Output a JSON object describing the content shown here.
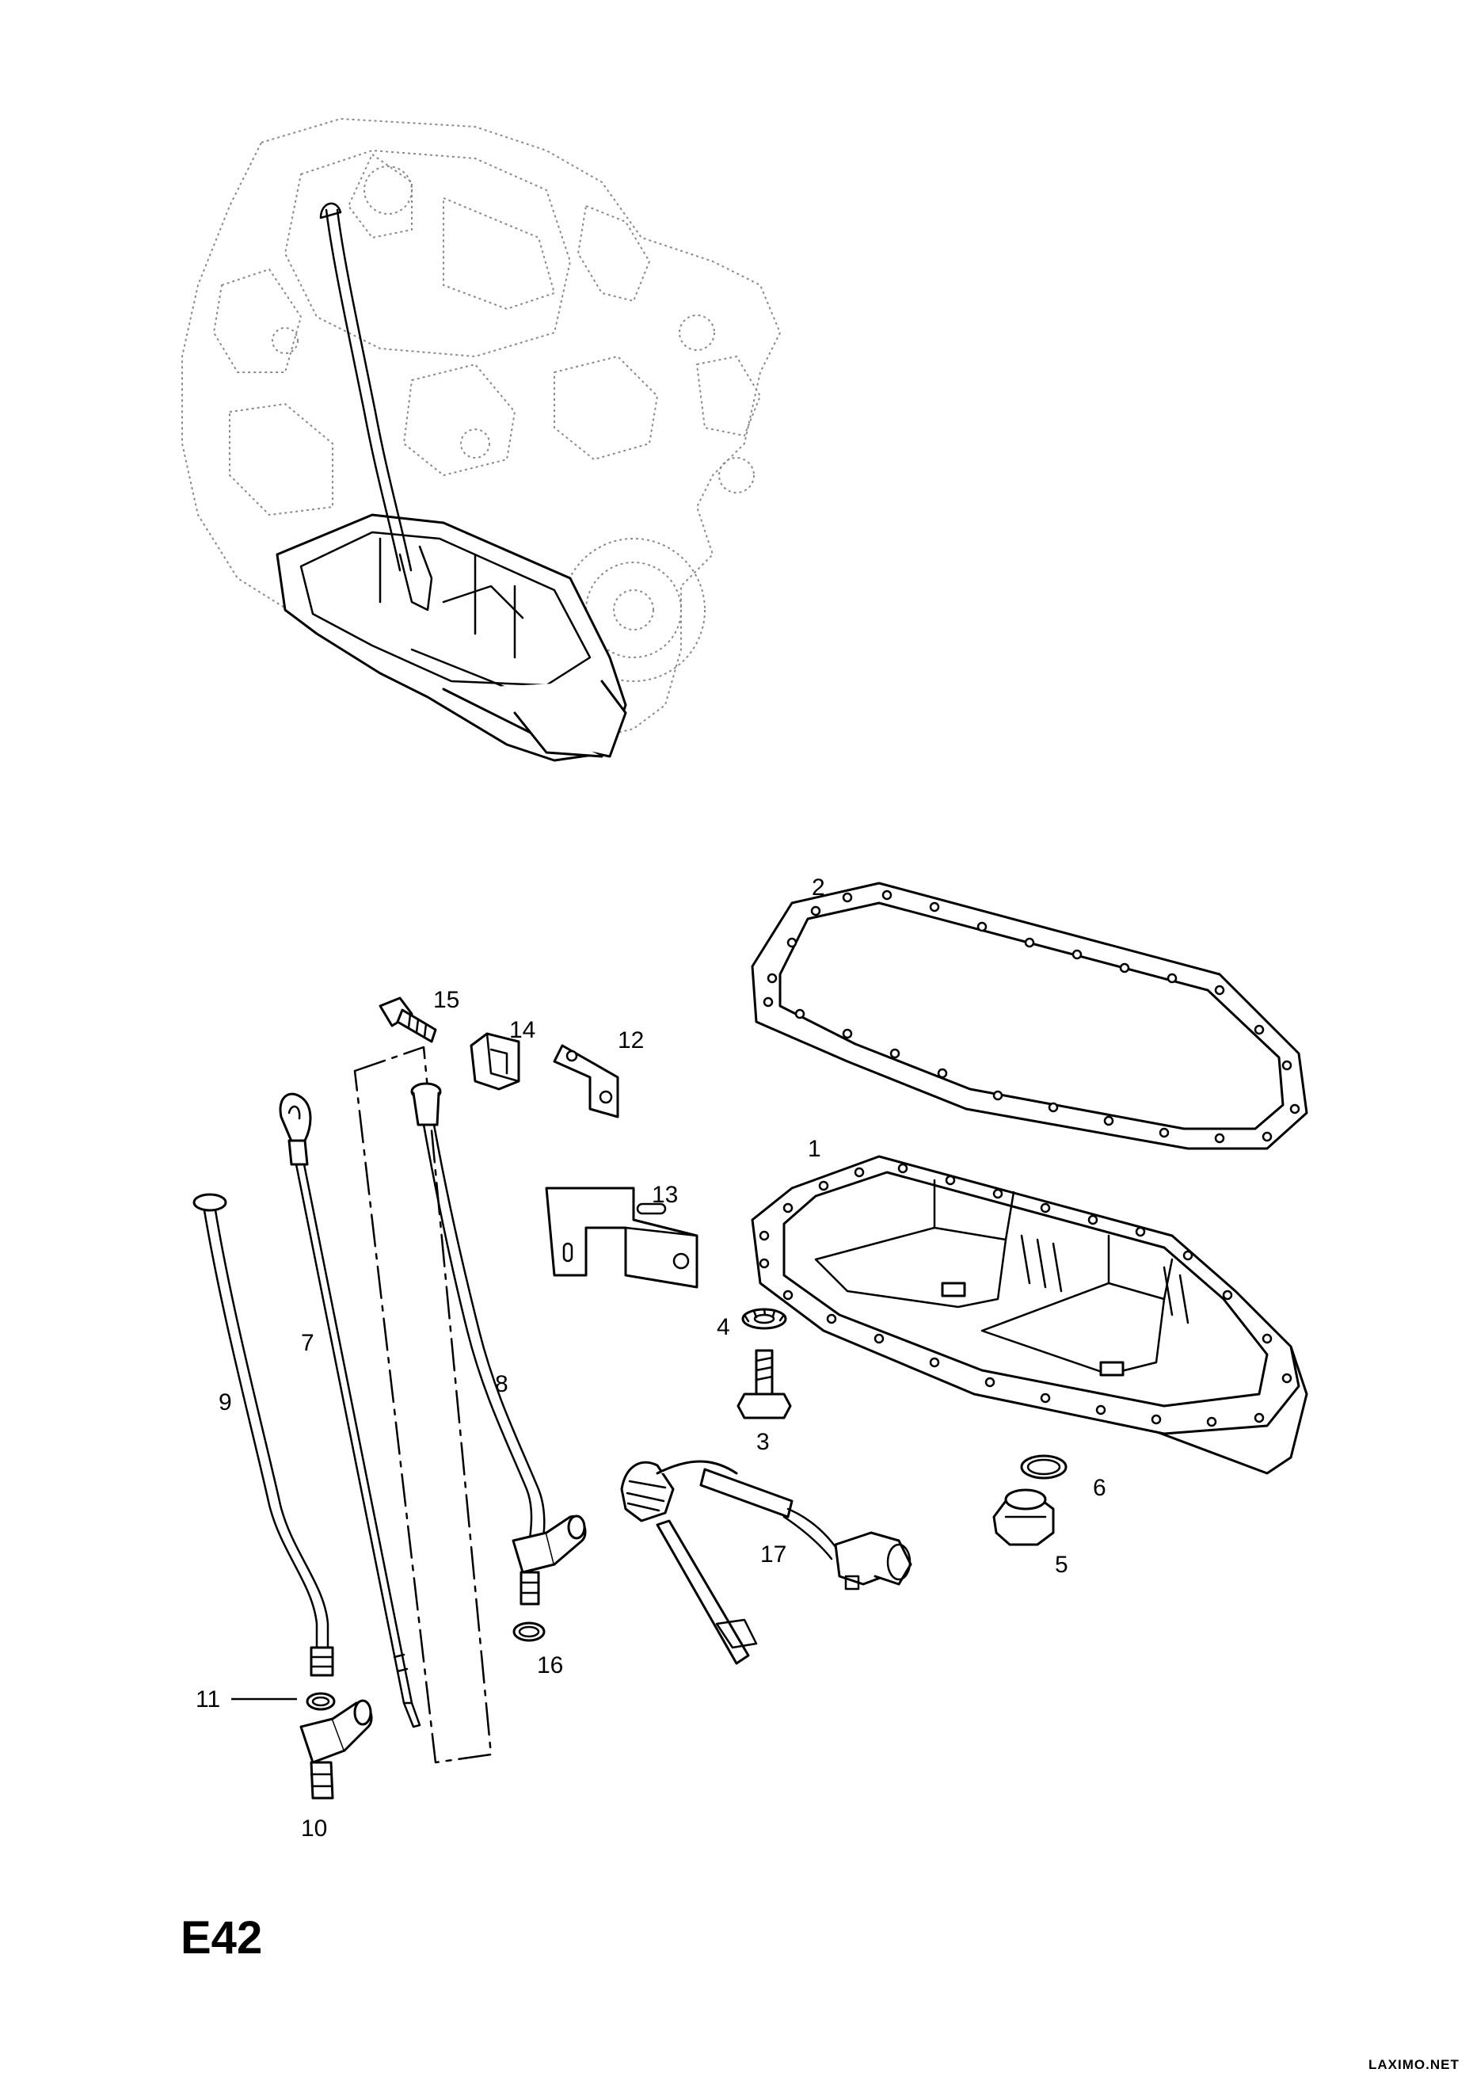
{
  "diagram": {
    "code": "E42",
    "watermark": "LAXIMO.NET",
    "callouts": [
      "1",
      "2",
      "3",
      "4",
      "5",
      "6",
      "7",
      "8",
      "9",
      "10",
      "11",
      "12",
      "13",
      "14",
      "15",
      "16",
      "17"
    ]
  }
}
